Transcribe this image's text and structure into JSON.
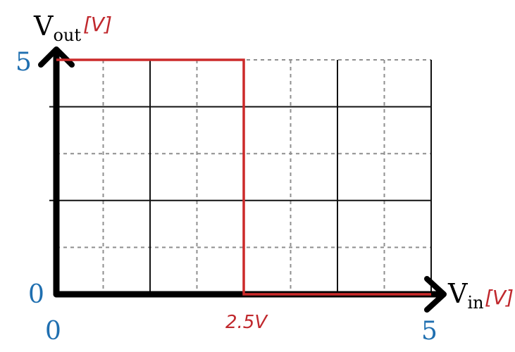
{
  "chart_data": {
    "type": "line",
    "x": [
      0,
      2.5,
      2.5,
      5
    ],
    "series": [
      {
        "values": [
          5,
          5,
          0,
          0
        ]
      }
    ],
    "xlim": [
      0,
      5
    ],
    "ylim": [
      0,
      5
    ],
    "x_ticks": [
      "0",
      "5"
    ],
    "y_ticks": [
      "0",
      "5"
    ],
    "xlabel": {
      "main": "V",
      "sub": "in",
      "unit": "[V]"
    },
    "ylabel": {
      "main": "V",
      "sub": "out",
      "unit": "[V]"
    },
    "annotations": [
      {
        "text": "2.5V",
        "x": 2.5
      }
    ],
    "grid": true,
    "colors": {
      "series": "#cc2a2a",
      "axis": "#000000",
      "major_grid": "#111111",
      "minor_grid": "#8f8f8f",
      "tick_labels": "#1f6fb0",
      "units": "#c0282d"
    }
  }
}
